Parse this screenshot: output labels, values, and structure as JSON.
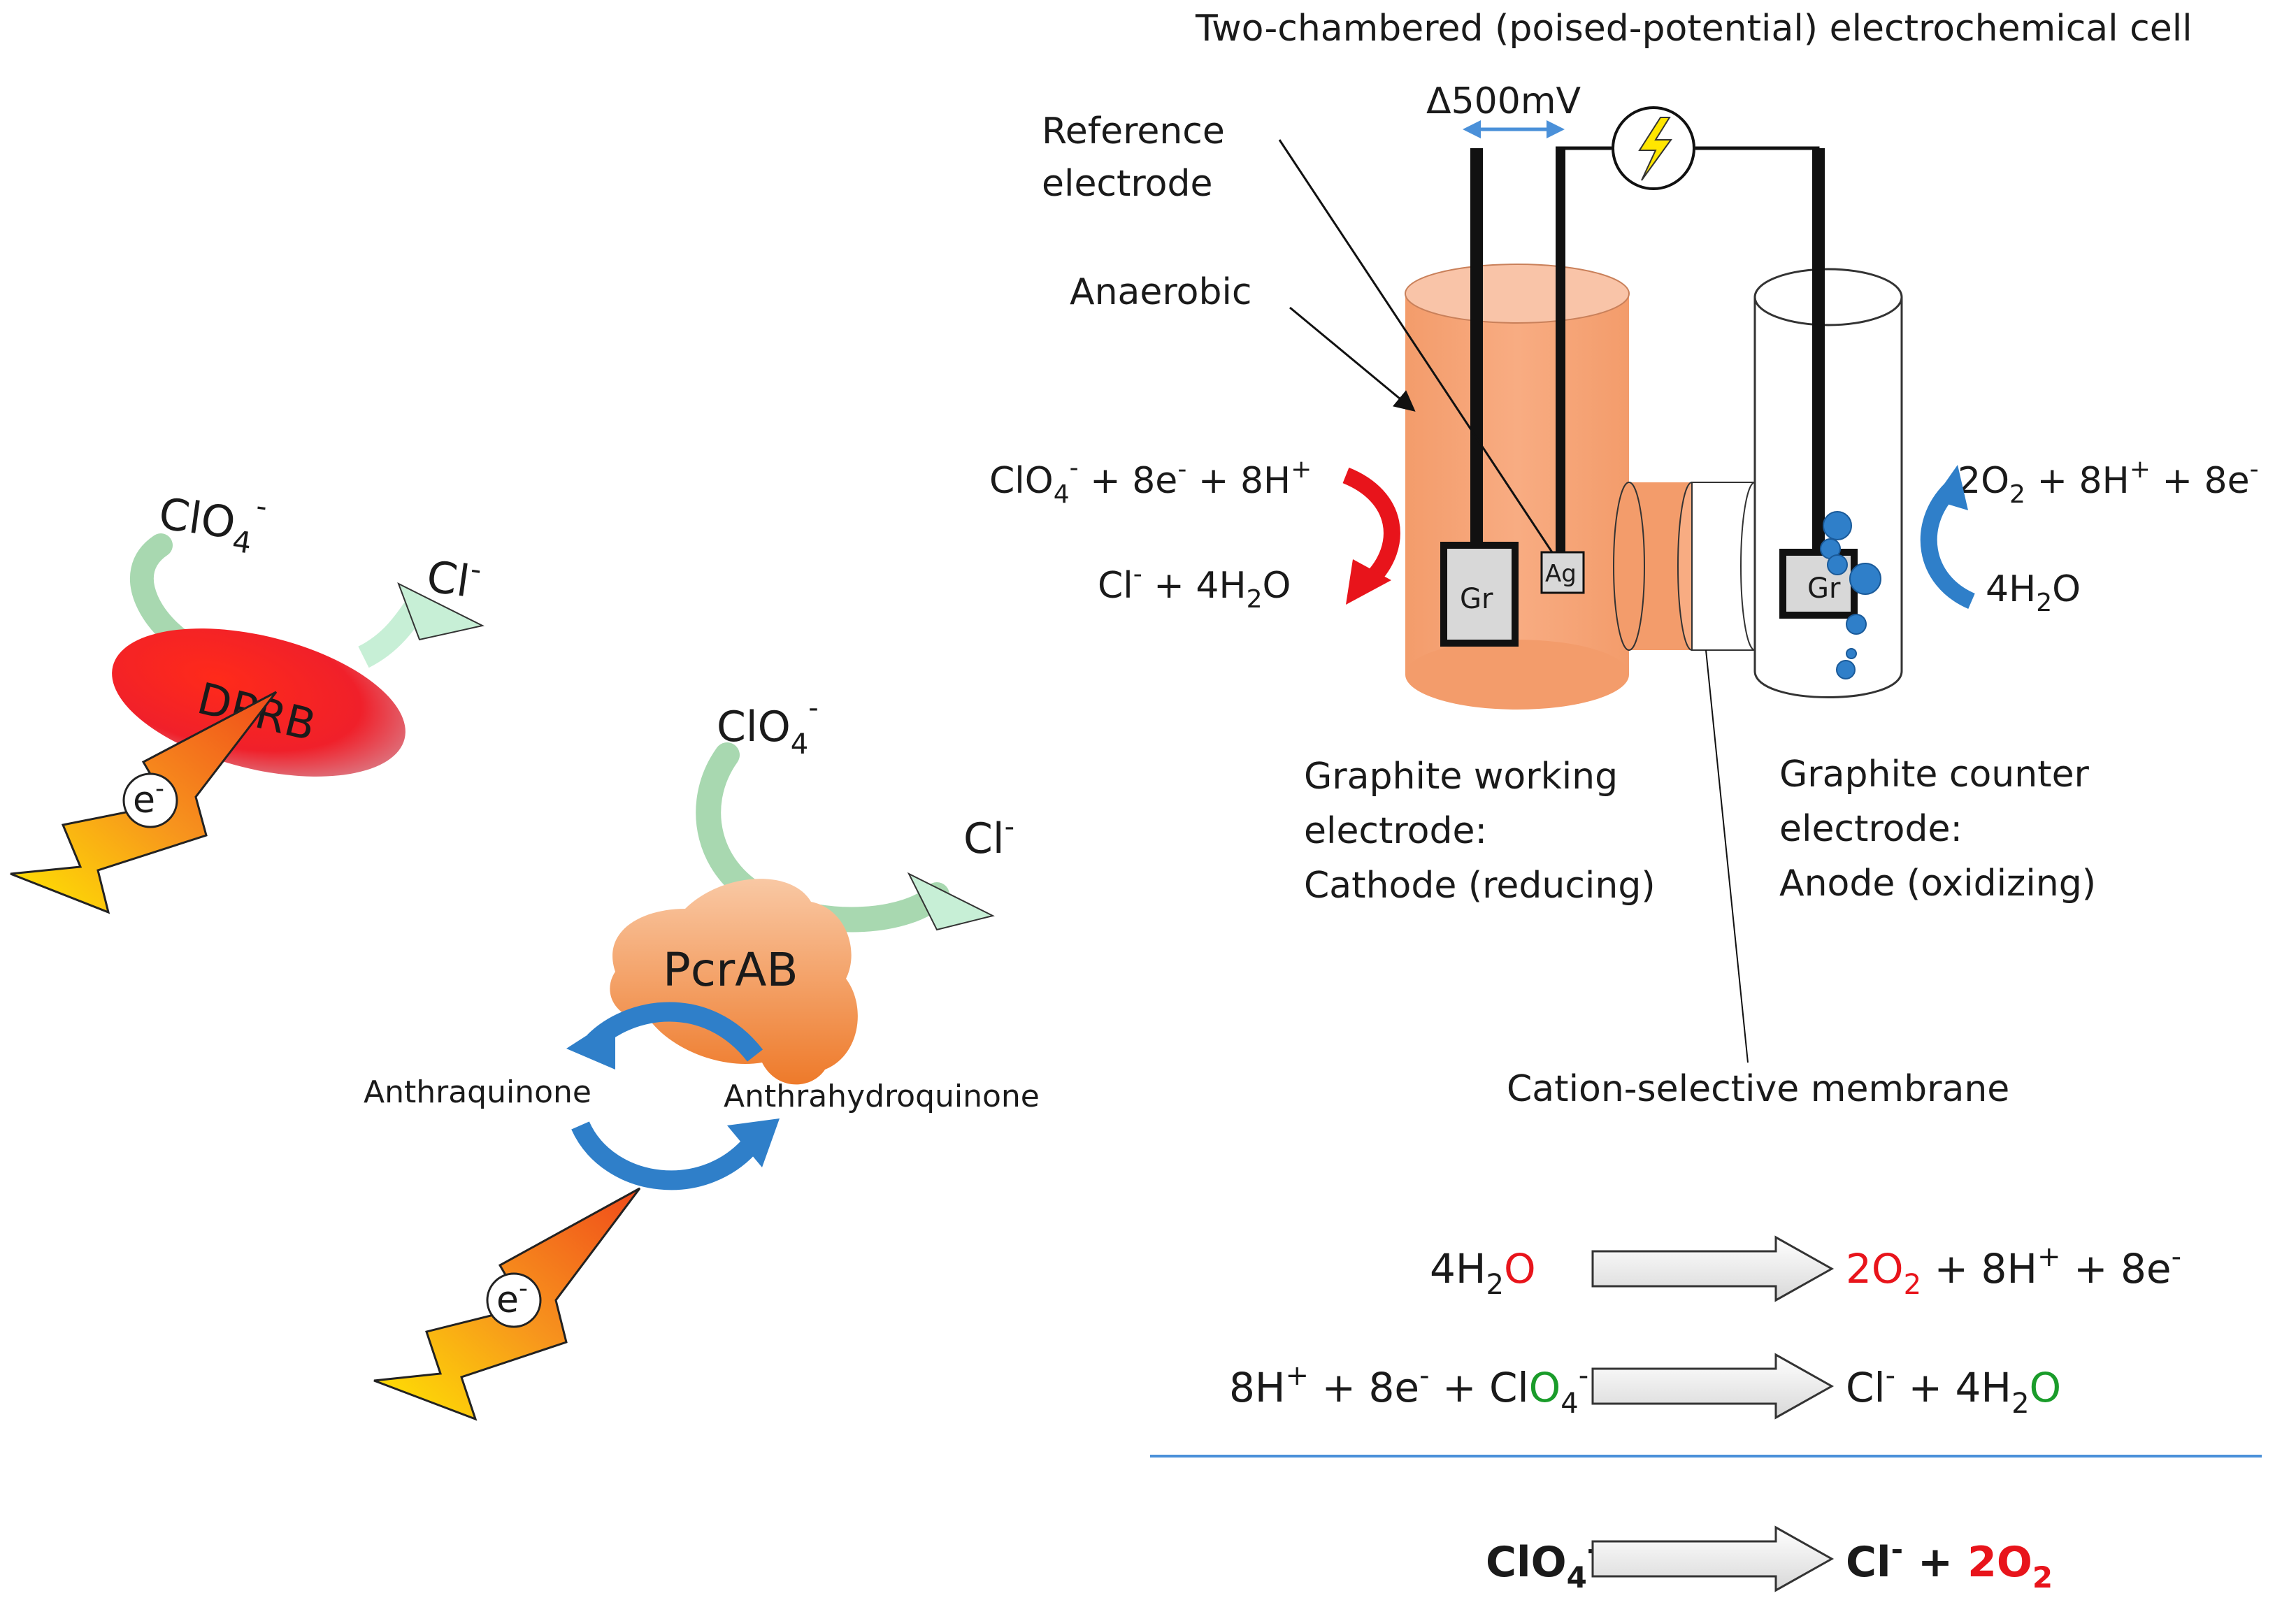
{
  "title": "Two-chambered (poised-potential) electrochemical cell",
  "potential": "Δ500mV",
  "reference_electrode": [
    "Reference",
    "electrode"
  ],
  "anaerobic": "Anaerobic",
  "electrode_gr": "Gr",
  "electrode_ag": "Ag",
  "cathode_reaction": {
    "reactant": {
      "a": "ClO",
      "sub": "4",
      "sup": "-",
      "b": " + 8e",
      "sup2": "-",
      "c": " + 8H",
      "sup3": "+"
    },
    "product": {
      "a": "Cl",
      "sup": "-",
      "b": " + 4H",
      "sub": "2",
      "c": "O"
    }
  },
  "anode_reaction": {
    "product": {
      "a": "2O",
      "sub": "2",
      "b": " + 8H",
      "sup": "+",
      "c": " + 8e",
      "sup2": "-"
    },
    "reactant": {
      "a": "4H",
      "sub": "2",
      "b": "O"
    }
  },
  "working_electrode": [
    "Graphite working",
    "electrode:",
    "Cathode (reducing)"
  ],
  "counter_electrode": [
    "Graphite counter",
    "electrode:",
    "Anode (oxidizing)"
  ],
  "membrane": "Cation-selective membrane",
  "left_panel": {
    "dprb": "DPRB",
    "perchlorate": {
      "a": "ClO",
      "sub": "4",
      "sup": "-"
    },
    "chloride": {
      "a": "Cl",
      "sup": "-"
    },
    "electron": {
      "a": "e",
      "sup": "-"
    }
  },
  "mid_panel": {
    "pcrab": "PcrAB",
    "perchlorate": {
      "a": "ClO",
      "sub": "4",
      "sup": "-"
    },
    "chloride": {
      "a": "Cl",
      "sup": "-"
    },
    "anthraquinone": "Anthraquinone",
    "anthrahydroquinone": "Anthrahydroquinone",
    "electron": {
      "a": "e",
      "sup": "-"
    }
  },
  "equations": {
    "eq1_left": {
      "a": "4H",
      "sub": "2",
      "b": "O"
    },
    "eq1_right": {
      "a": "2O",
      "sub": "2",
      "b": " + 8H",
      "sup": "+",
      "c": " + 8e",
      "sup2": "-"
    },
    "eq2_left": {
      "a": "8H",
      "sup": "+",
      "b": " + 8e",
      "sup2": "-",
      "c": " + Cl",
      "d": "O",
      "sub": "4",
      "sup3": "-"
    },
    "eq2_right": {
      "a": "Cl",
      "sup": "-",
      "b": " + 4H",
      "sub": "2",
      "c": "O"
    },
    "eq3_left": {
      "a": "ClO",
      "sub": "4",
      "sup": "-"
    },
    "eq3_right": {
      "a": "Cl",
      "sup": "-",
      "b": " + ",
      "c": "2O",
      "sub": "2"
    }
  },
  "colors": {
    "cathode_chamber": "#f6a57a",
    "dprb": "#e8141b",
    "pcrab": "#f39a56",
    "blue_arrow": "#2f7fc9",
    "red_arrow": "#e8141b",
    "green_arrow": "#a8d8b0",
    "rule_line": "#4a90d9"
  }
}
